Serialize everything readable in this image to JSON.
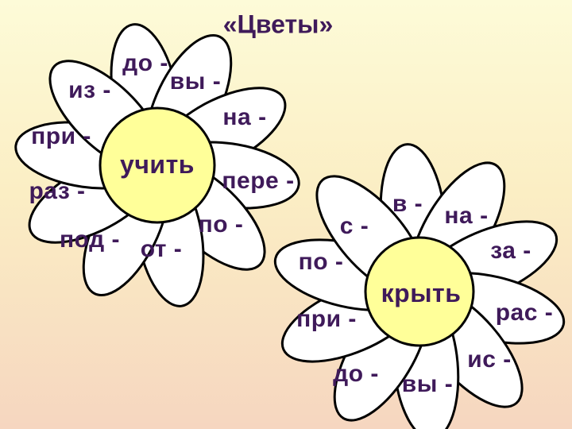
{
  "title": "«Цветы»",
  "colors": {
    "petal": "#ffffff",
    "outline": "#000000",
    "center": "#ffff99",
    "text": "#3f1a5a"
  },
  "flower1": {
    "center": "учить",
    "prefixes": [
      "до -",
      "вы -",
      "на -",
      "пере -",
      "по -",
      "от -",
      "под -",
      "раз -",
      "при -",
      "из -"
    ]
  },
  "flower2": {
    "center": "крыть",
    "prefixes": [
      "в -",
      "на -",
      "за -",
      "рас -",
      "ис -",
      "вы -",
      "до -",
      "при -",
      "по -",
      "с -"
    ]
  }
}
